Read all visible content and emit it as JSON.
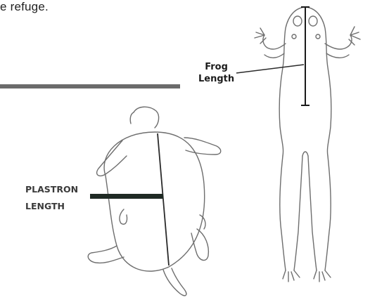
{
  "caption": {
    "text": "e refuge."
  },
  "frog": {
    "label_line1": "Frog",
    "label_line2": "Length"
  },
  "turtle": {
    "label_line1": "PLASTRON",
    "label_line2": "LENGTH"
  },
  "colors": {
    "outline": "#6e6e6e",
    "measure": "#1a1a1a",
    "divider": "#6b6b6b",
    "bar": "#1f2a24"
  }
}
